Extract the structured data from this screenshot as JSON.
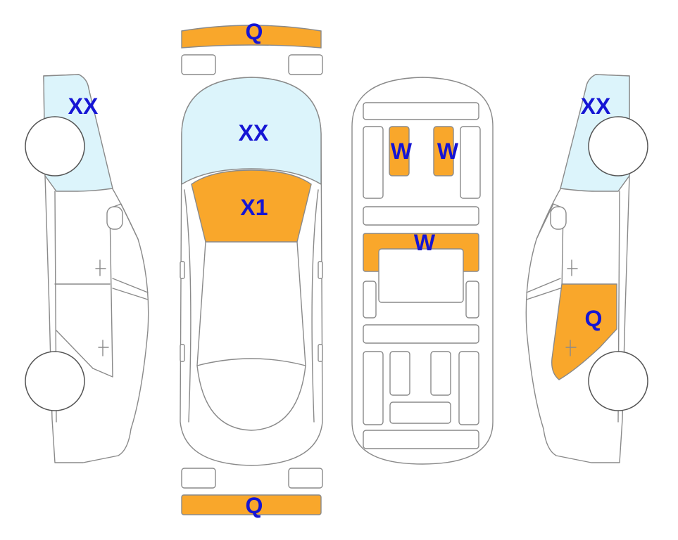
{
  "colors": {
    "damage_fill": "#F9A72B",
    "glass_fill": "#DCF4FB",
    "label_color": "#1515D4",
    "outline": "#8a8a8a"
  },
  "labels": {
    "left_glass": "XX",
    "front_bumper": "Q",
    "windshield": "XX",
    "hood": "X1",
    "seat_left": "W",
    "seat_right": "W",
    "interior_middle": "W",
    "right_glass": "XX",
    "right_door": "Q",
    "rear_bumper": "Q"
  }
}
